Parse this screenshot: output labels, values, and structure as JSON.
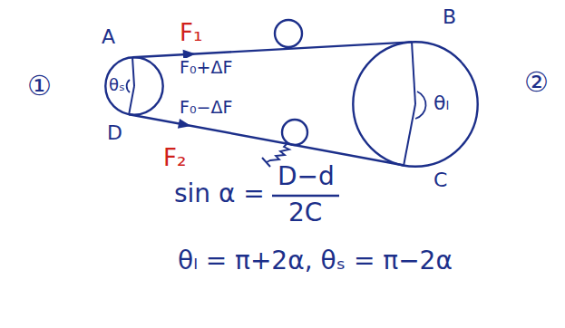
{
  "diagram": {
    "nodes": [
      {
        "text": [
          "θₛ"
        ]
      },
      {
        "text": [
          "θₗ"
        ]
      }
    ],
    "edges": [
      {
        "from": 0,
        "to": 1,
        "arrow": "to",
        "label": "F₀+ΔF"
      },
      {
        "from": 0,
        "to": 1,
        "arrow": "to",
        "label": "F₀−ΔF"
      }
    ],
    "labels": [
      "①",
      "A",
      "F₁",
      "D",
      "F₂",
      "B",
      "C",
      "②",
      "sin α =",
      "D−d",
      "2C",
      "θₗ = π+2α, θₛ = π−2α"
    ]
  }
}
